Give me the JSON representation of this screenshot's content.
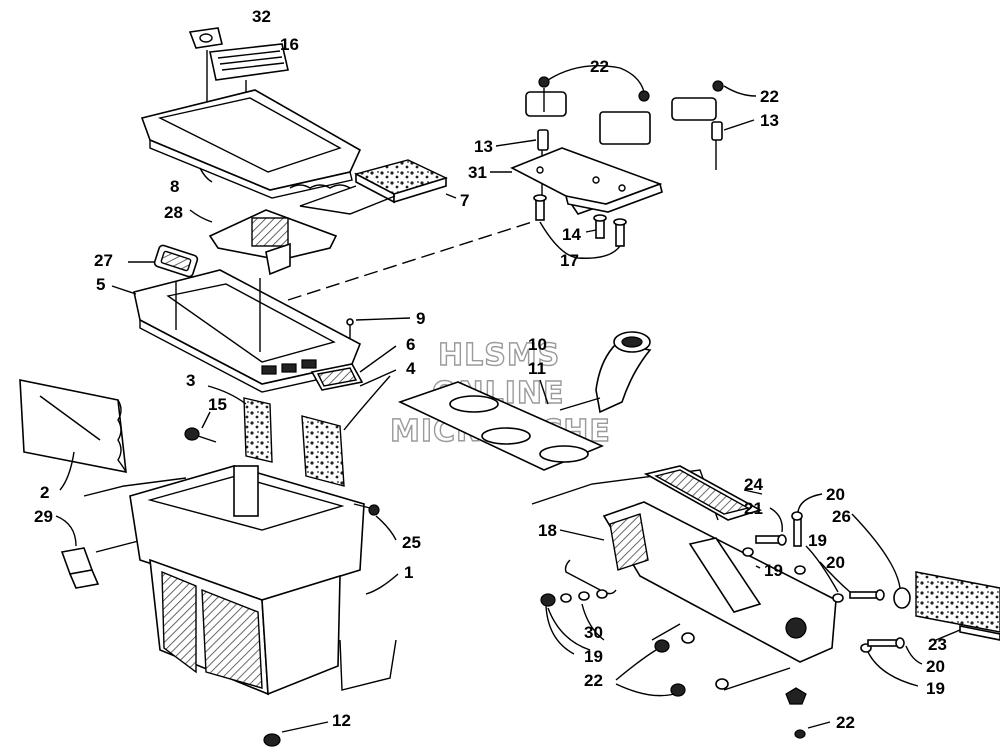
{
  "callouts": {
    "c32": "32",
    "c16": "16",
    "c8": "8",
    "c7": "7",
    "c28": "28",
    "c27": "27",
    "c5": "5",
    "c9": "9",
    "c6": "6",
    "c4": "4",
    "c3": "3",
    "c15": "15",
    "c2": "2",
    "c29": "29",
    "c25": "25",
    "c1": "1",
    "c12": "12",
    "c10": "10",
    "c11": "11",
    "c22a": "22",
    "c22b": "22",
    "c13a": "13",
    "c13b": "13",
    "c31": "31",
    "c14": "14",
    "c17": "17",
    "c24": "24",
    "c21": "21",
    "c18": "18",
    "c19a": "19",
    "c20a": "20",
    "c26": "26",
    "c19b": "19",
    "c20b": "20",
    "c30": "30",
    "c19c": "19",
    "c22c": "22",
    "c23": "23",
    "c20c": "20",
    "c19d": "19",
    "c22d": "22"
  },
  "watermark": {
    "line1": "HLSMS",
    "line2": "ONLINE",
    "line3": "MICROFICHE"
  }
}
